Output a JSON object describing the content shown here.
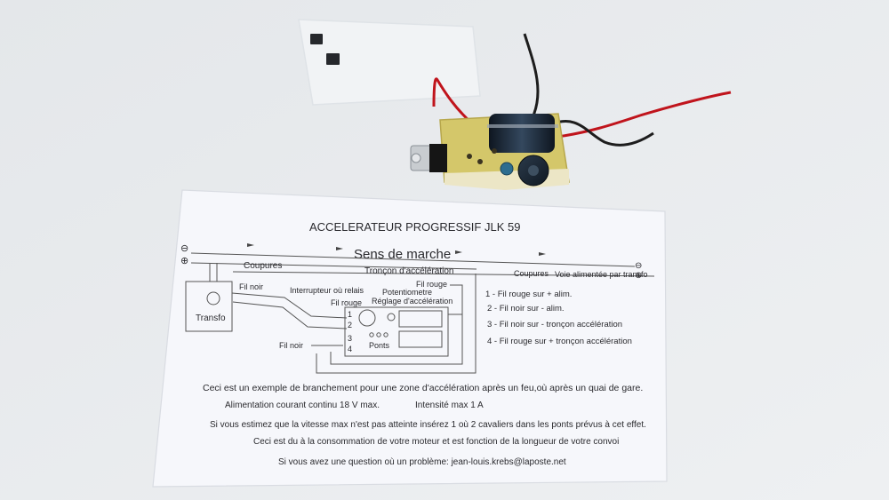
{
  "sheet": {
    "title": "ACCELERATEUR PROGRESSIF JLK 59",
    "direction": "Sens de marche",
    "minus": "⊖",
    "plus": "⊕",
    "cuts_left": "Coupures",
    "accel_section": "Tronçon d'accélération",
    "cuts_right": "Coupures",
    "transfo_track": "Voie alimentée par transfo",
    "transfo": "Transfo",
    "black_wire_top": "Fil noir",
    "switch_relay": "Interrupteur où relais",
    "red_wire_mid": "Fil rouge",
    "red_wire_top": "Fil rouge",
    "black_wire_bottom": "Fil noir",
    "pot_line1": "Potentiometre",
    "pot_line2": "Réglage d'accélération",
    "bridges": "Ponts",
    "pins": [
      "1",
      "2",
      "3",
      "4"
    ],
    "legend": [
      "1  - Fil rouge sur + alim.",
      "2  - Fil noir sur - alim.",
      "3  - Fil noir sur - tronçon accélération",
      "4  - Fil rouge sur + tronçon accélération"
    ],
    "paragraphs": [
      "Ceci est un exemple de branchement pour une zone d'accélération après un feu,où après un quai de gare.",
      "Si vous estimez que la vitesse max n'est pas atteinte insérez 1 où 2 cavaliers dans les ponts prévus à cet effet.",
      "Ceci est du à la consommation de votre moteur et est fonction de la longueur de votre convoi",
      "Si vous avez une question où un problème: jean-louis.krebs@laposte.net"
    ],
    "supply_line": "Alimentation courant continu 18 V max.",
    "current_line": "Intensité max 1 A"
  },
  "colors": {
    "paper": "#f6f7fb",
    "background": "#e9ecef",
    "pcb": "#d2c46a",
    "capacitor": "#1f2c3a",
    "red_wire": "#c0141c",
    "black_wire": "#202020"
  }
}
